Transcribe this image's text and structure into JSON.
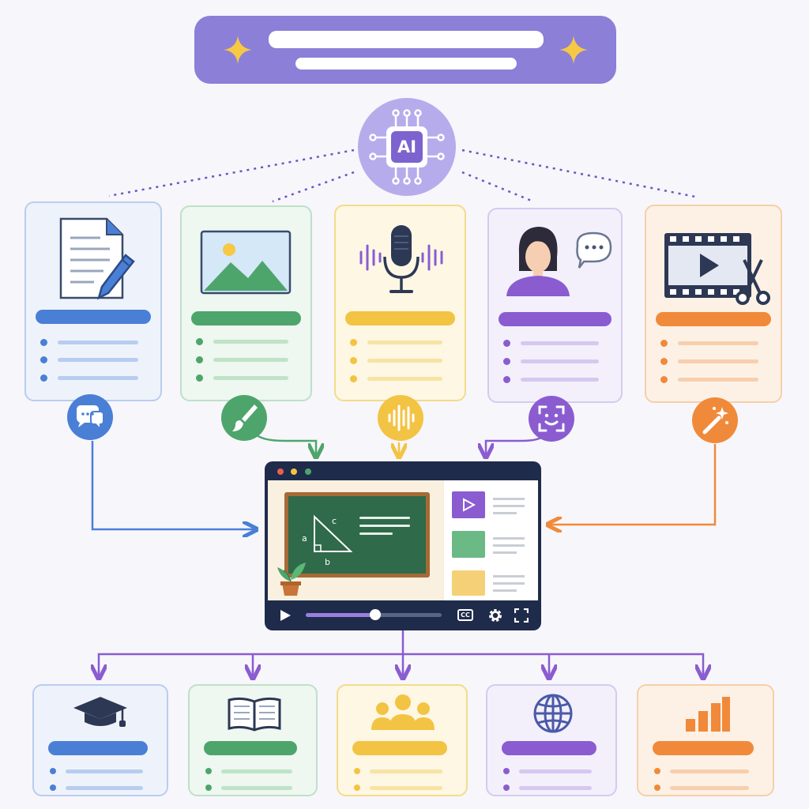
{
  "hub": {
    "label": "AI"
  },
  "player": {
    "board_labels": [
      "a",
      "b",
      "c"
    ],
    "cc_label": "CC"
  },
  "colors": {
    "blue": "#4a7fd6",
    "green": "#4ea56c",
    "yellow": "#f3c343",
    "purple": "#8a5cd0",
    "orange": "#f08a3a",
    "banner": "#8b7fd8",
    "navy": "#1f2b4a"
  },
  "icons": {
    "inputs": [
      "document-pen-icon",
      "image-icon",
      "microphone-icon",
      "avatar-speech-icon",
      "video-edit-icon"
    ],
    "badges": [
      "chat-icon",
      "brush-icon",
      "audio-wave-icon",
      "face-scan-icon",
      "magic-wand-icon"
    ],
    "outputs": [
      "graduation-cap-icon",
      "open-book-icon",
      "group-icon",
      "globe-icon",
      "bar-chart-icon"
    ]
  }
}
